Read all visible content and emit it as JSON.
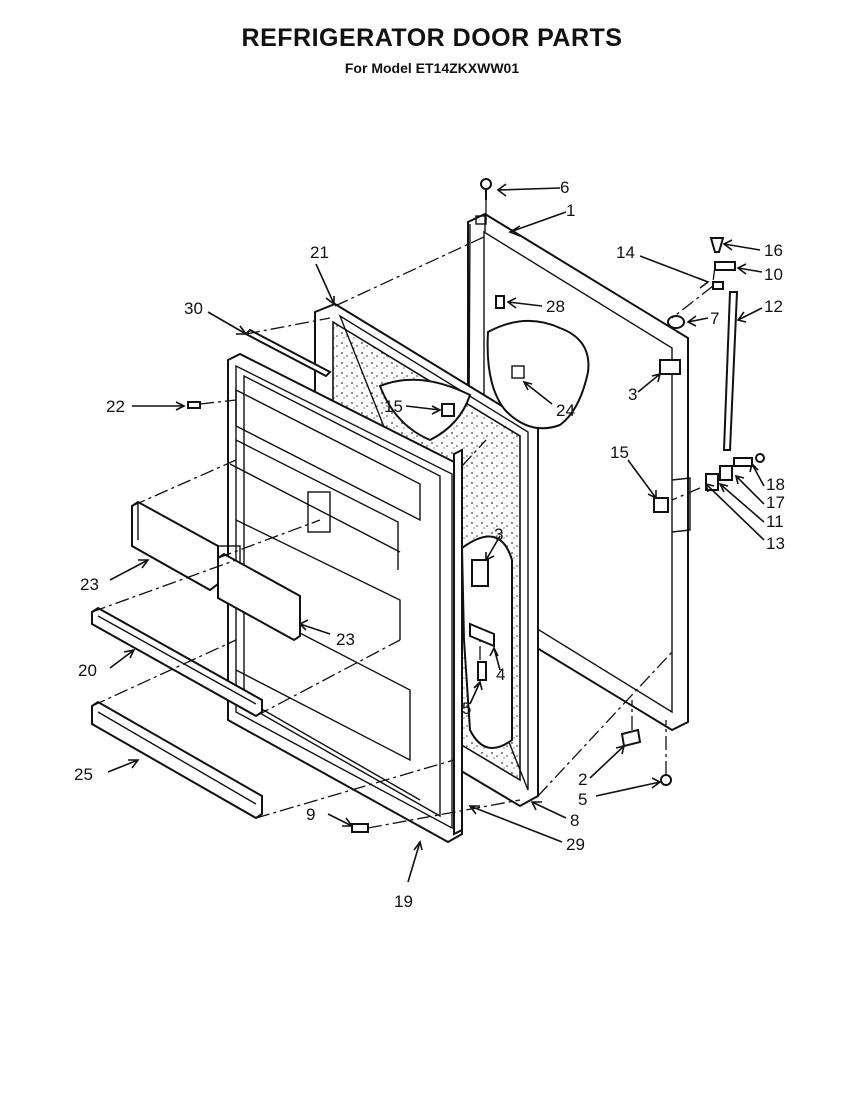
{
  "header": {
    "title": "REFRIGERATOR DOOR PARTS",
    "subtitle": "For Model ET14ZKXWW01"
  },
  "callouts": {
    "c1": "1",
    "c2": "2",
    "c3a": "3",
    "c3b": "3",
    "c4": "4",
    "c5a": "5",
    "c5b": "5",
    "c6": "6",
    "c7": "7",
    "c8": "8",
    "c9": "9",
    "c10": "10",
    "c11": "11",
    "c12": "12",
    "c13": "13",
    "c14": "14",
    "c15a": "15",
    "c15b": "15",
    "c16": "16",
    "c17": "17",
    "c18": "18",
    "c19": "19",
    "c20": "20",
    "c21": "21",
    "c22": "22",
    "c23a": "23",
    "c23b": "23",
    "c24": "24",
    "c25": "25",
    "c28": "28",
    "c29": "29",
    "c30": "30"
  }
}
